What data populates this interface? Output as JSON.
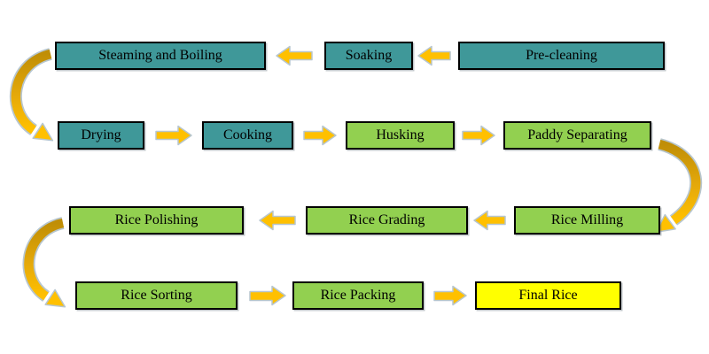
{
  "diagram": {
    "type": "flowchart",
    "steps": [
      "Pre-cleaning",
      "Soaking",
      "Steaming and Boiling",
      "Drying",
      "Cooking",
      "Husking",
      "Paddy Separating",
      "Rice Milling",
      "Rice Grading",
      "Rice Polishing",
      "Rice Sorting",
      "Rice Packing",
      "Final Rice"
    ],
    "colors": {
      "stage_teal": "#3F9899",
      "stage_green": "#92D050",
      "final_yellow": "#FFFF00",
      "arrow_gold": "#FFC000",
      "arrow_gold_dark": "#C08E06",
      "arrow_outline": "#B7C6CF",
      "box_border": "#000000",
      "text": "#000000",
      "background": "#FFFFFF"
    }
  }
}
